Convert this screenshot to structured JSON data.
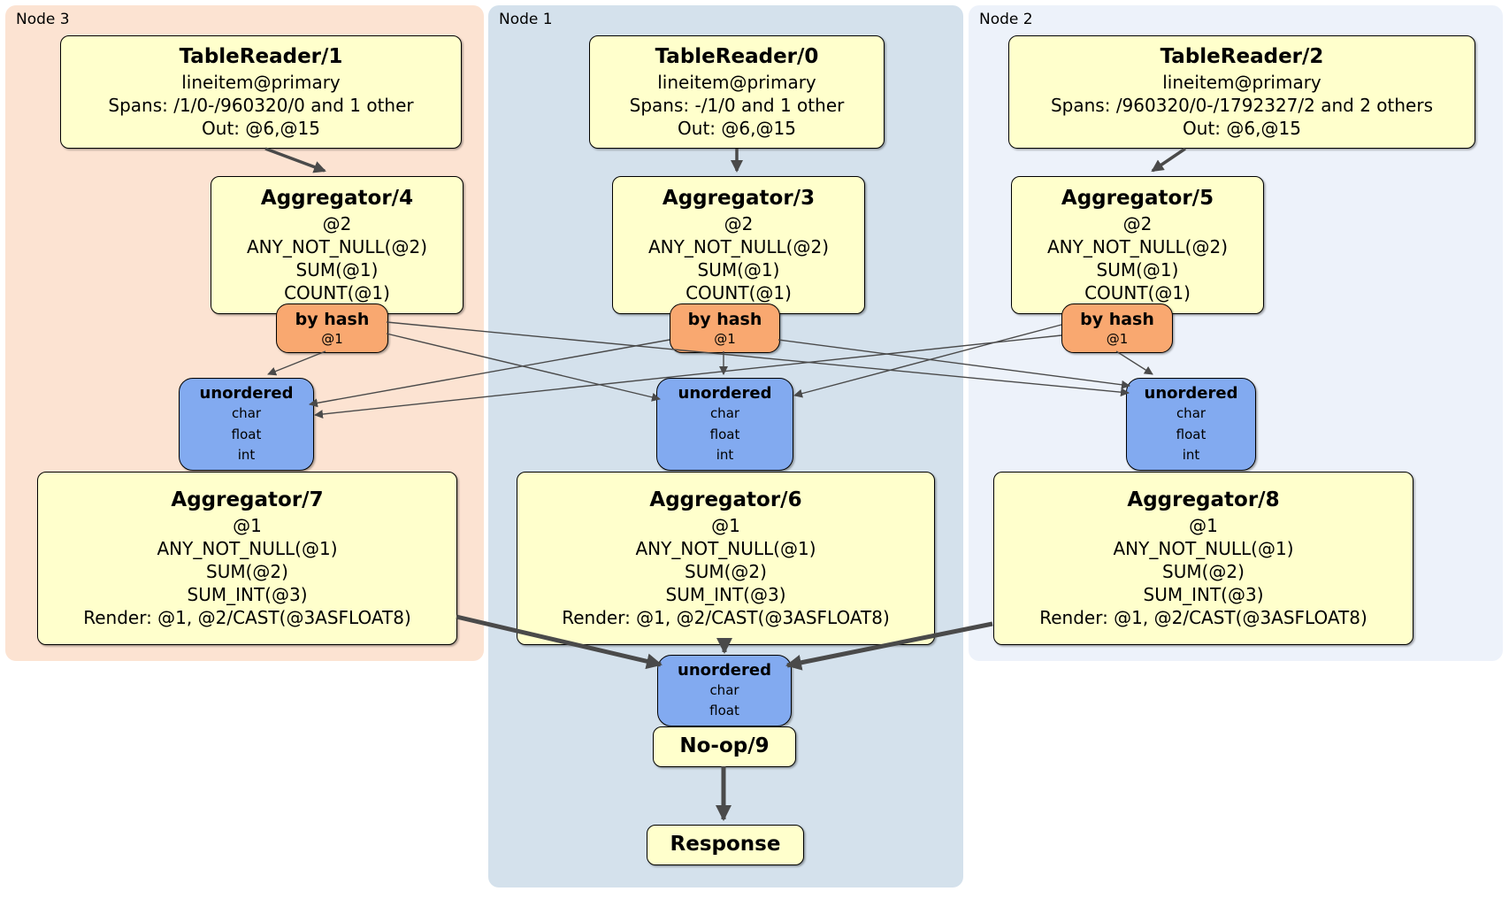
{
  "colors": {
    "node3_bg": "#fce3d2",
    "node1_bg": "#d4e1ec",
    "node2_bg": "#edf2fa",
    "processor_bg": "#ffffcc",
    "router_bg": "#f9a870",
    "sync_bg": "#82aaf0",
    "edge": "#4a4a4a"
  },
  "node3": {
    "label": "Node 3",
    "table_reader": {
      "title": "TableReader/1",
      "lines": [
        "lineitem@primary",
        "Spans: /1/0-/960320/0 and 1 other",
        "Out: @6,@15"
      ]
    },
    "aggregator_top": {
      "title": "Aggregator/4",
      "lines": [
        "@2",
        "ANY_NOT_NULL(@2)",
        "SUM(@1)",
        "COUNT(@1)"
      ]
    },
    "router": {
      "title": "by hash",
      "lines": [
        "@1"
      ]
    },
    "sync": {
      "title": "unordered",
      "lines": [
        "char",
        "float",
        "int"
      ]
    },
    "aggregator_bottom": {
      "title": "Aggregator/7",
      "lines": [
        "@1",
        "ANY_NOT_NULL(@1)",
        "SUM(@2)",
        "SUM_INT(@3)",
        "Render: @1, @2/CAST(@3ASFLOAT8)"
      ]
    }
  },
  "node1": {
    "label": "Node 1",
    "table_reader": {
      "title": "TableReader/0",
      "lines": [
        "lineitem@primary",
        "Spans: -/1/0 and 1 other",
        "Out: @6,@15"
      ]
    },
    "aggregator_top": {
      "title": "Aggregator/3",
      "lines": [
        "@2",
        "ANY_NOT_NULL(@2)",
        "SUM(@1)",
        "COUNT(@1)"
      ]
    },
    "router": {
      "title": "by hash",
      "lines": [
        "@1"
      ]
    },
    "sync": {
      "title": "unordered",
      "lines": [
        "char",
        "float",
        "int"
      ]
    },
    "aggregator_bottom": {
      "title": "Aggregator/6",
      "lines": [
        "@1",
        "ANY_NOT_NULL(@1)",
        "SUM(@2)",
        "SUM_INT(@3)",
        "Render: @1, @2/CAST(@3ASFLOAT8)"
      ]
    }
  },
  "node2": {
    "label": "Node 2",
    "table_reader": {
      "title": "TableReader/2",
      "lines": [
        "lineitem@primary",
        "Spans: /960320/0-/1792327/2 and 2 others",
        "Out: @6,@15"
      ]
    },
    "aggregator_top": {
      "title": "Aggregator/5",
      "lines": [
        "@2",
        "ANY_NOT_NULL(@2)",
        "SUM(@1)",
        "COUNT(@1)"
      ]
    },
    "router": {
      "title": "by hash",
      "lines": [
        "@1"
      ]
    },
    "sync": {
      "title": "unordered",
      "lines": [
        "char",
        "float",
        "int"
      ]
    },
    "aggregator_bottom": {
      "title": "Aggregator/8",
      "lines": [
        "@1",
        "ANY_NOT_NULL(@1)",
        "SUM(@2)",
        "SUM_INT(@3)",
        "Render: @1, @2/CAST(@3ASFLOAT8)"
      ]
    }
  },
  "final": {
    "sync": {
      "title": "unordered",
      "lines": [
        "char",
        "float"
      ]
    },
    "noop": {
      "title": "No-op/9"
    },
    "response": {
      "title": "Response"
    }
  }
}
